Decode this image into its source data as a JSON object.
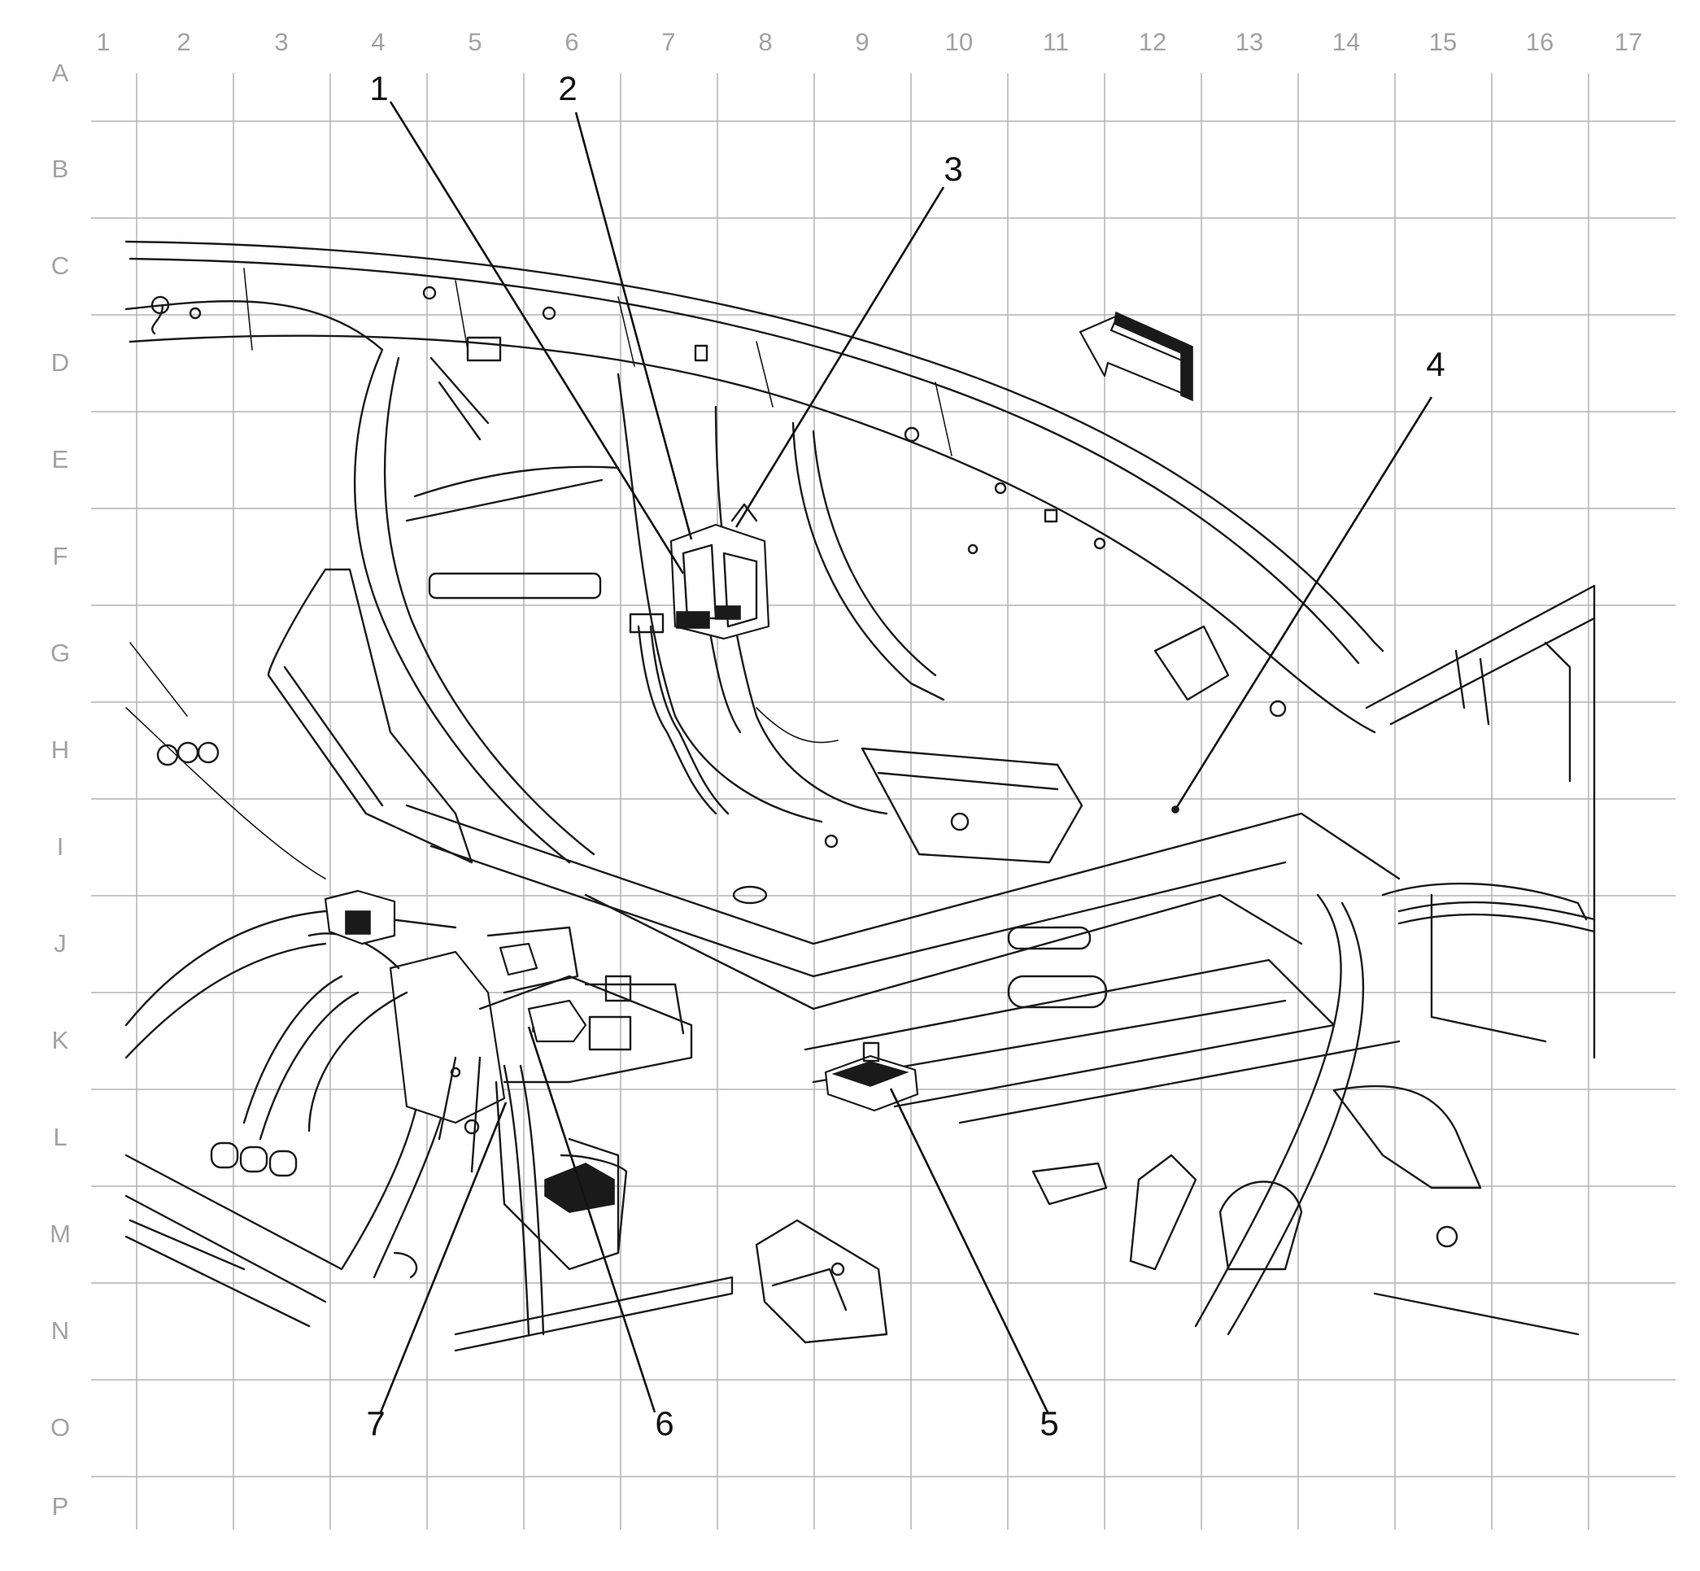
{
  "grid": {
    "columns": [
      "1",
      "2",
      "3",
      "4",
      "5",
      "6",
      "7",
      "8",
      "9",
      "10",
      "11",
      "12",
      "13",
      "14",
      "15",
      "16",
      "17"
    ],
    "rows": [
      "A",
      "B",
      "C",
      "D",
      "E",
      "F",
      "G",
      "H",
      "I",
      "J",
      "K",
      "L",
      "M",
      "N",
      "O",
      "P"
    ]
  },
  "callouts": [
    {
      "id": "1",
      "label": "1"
    },
    {
      "id": "2",
      "label": "2"
    },
    {
      "id": "3",
      "label": "3"
    },
    {
      "id": "4",
      "label": "4"
    },
    {
      "id": "5",
      "label": "5"
    },
    {
      "id": "6",
      "label": "6"
    },
    {
      "id": "7",
      "label": "7"
    }
  ],
  "direction_arrow": {
    "icon": "forward-direction-arrow-icon"
  },
  "colors": {
    "line": "#1a1a1a",
    "grid": "#b4b4b4",
    "grid_label": "#a2a2a2",
    "background": "#ffffff"
  }
}
